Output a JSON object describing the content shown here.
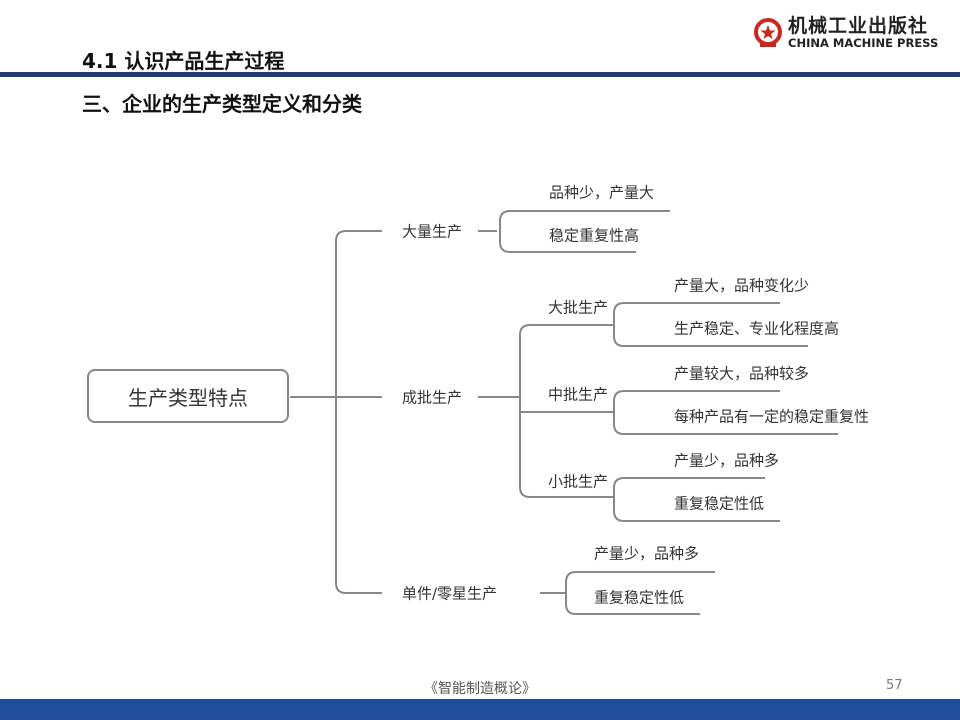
{
  "header": {
    "title": "4.1 认识产品生产过程",
    "subtitle": "三、企业的生产类型定义和分类",
    "logo": {
      "cn": "机械工业出版社",
      "en": "CHINA MACHINE PRESS"
    }
  },
  "mindmap": {
    "root": "生产类型特点",
    "mass": {
      "label": "大量生产",
      "items": [
        "品种少，产量大",
        "稳定重复性高"
      ]
    },
    "batch": {
      "label": "成批生产",
      "large": {
        "label": "大批生产",
        "items": [
          "产量大，品种变化少",
          "生产稳定、专业化程度高"
        ]
      },
      "medium": {
        "label": "中批生产",
        "items": [
          "产量较大，品种较多",
          "每种产品有一定的稳定重复性"
        ]
      },
      "small": {
        "label": "小批生产",
        "items": [
          "产量少，品种多",
          "重复稳定性低"
        ]
      }
    },
    "single": {
      "label": "单件/零星生产",
      "items": [
        "产量少，品种多",
        "重复稳定性低"
      ]
    }
  },
  "footer": {
    "book": "《智能制造概论》",
    "page": "57"
  },
  "colors": {
    "navy": "#1f3a6e",
    "footer_bar": "#1f4e9c",
    "line": "#888888"
  }
}
